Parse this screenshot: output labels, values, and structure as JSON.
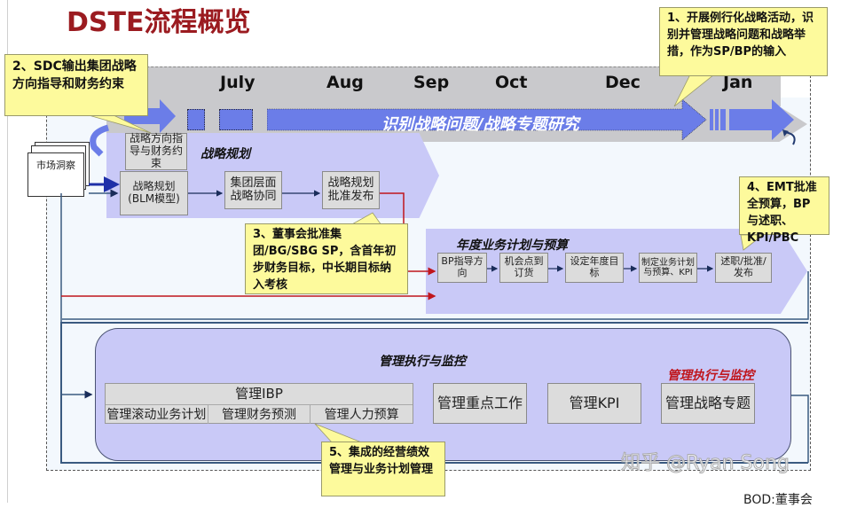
{
  "title": "DSTE流程概览",
  "timeline": {
    "months": [
      "July",
      "Aug",
      "Sep",
      "Oct",
      "Dec",
      "Jan"
    ],
    "band_label": "识别战略问题/战略专题研究"
  },
  "input": {
    "label": "市场洞察"
  },
  "strategy_planning": {
    "title": "战略规划",
    "boxes": [
      {
        "label": "战略方向指导与财务约束"
      },
      {
        "label": "战略规划(BLM模型)"
      },
      {
        "label": "集团层面战略协同"
      },
      {
        "label": "战略规划批准发布"
      }
    ]
  },
  "annual_plan": {
    "title": "年度业务计划与预算",
    "boxes": [
      {
        "label": "BP指导方向"
      },
      {
        "label": "机会点到订货"
      },
      {
        "label": "设定年度目标"
      },
      {
        "label": "制定业务计划与预算、KPI"
      },
      {
        "label": "述职/批准/发布"
      }
    ]
  },
  "execution": {
    "title": "管理执行与监控",
    "red_title": "管理执行与监控",
    "ibp": {
      "header": "管理IBP",
      "cells": [
        "管理滚动业务计划",
        "管理财务预测",
        "管理人力预算"
      ]
    },
    "boxes": [
      {
        "label": "管理重点工作"
      },
      {
        "label": "管理KPI"
      },
      {
        "label": "管理战略专题"
      }
    ]
  },
  "callouts": {
    "c1": "1、开展例行化战略活动，识别并管理战略问题和战略举措，作为SP/BP的输入",
    "c2": "2、SDC输出集团战略方向指导和财务约束",
    "c3": "3、董事会批准集团/BG/SBG SP，含首年初步财务目标，中长期目标纳入考核",
    "c4": "4、EMT批准全预算，BP与述职、KPI/PBC",
    "c5": "5、集成的经营绩效管理与业务计划管理"
  },
  "watermark": "知乎 @Ryan Song",
  "footer": "BOD:董事会",
  "colors": {
    "title": "#9b1b20",
    "arrow_blue": "#6b7de8",
    "panel_lavender": "#c9c9f7",
    "callout_yellow": "#fdfa9c",
    "red_line": "#c0161d"
  }
}
